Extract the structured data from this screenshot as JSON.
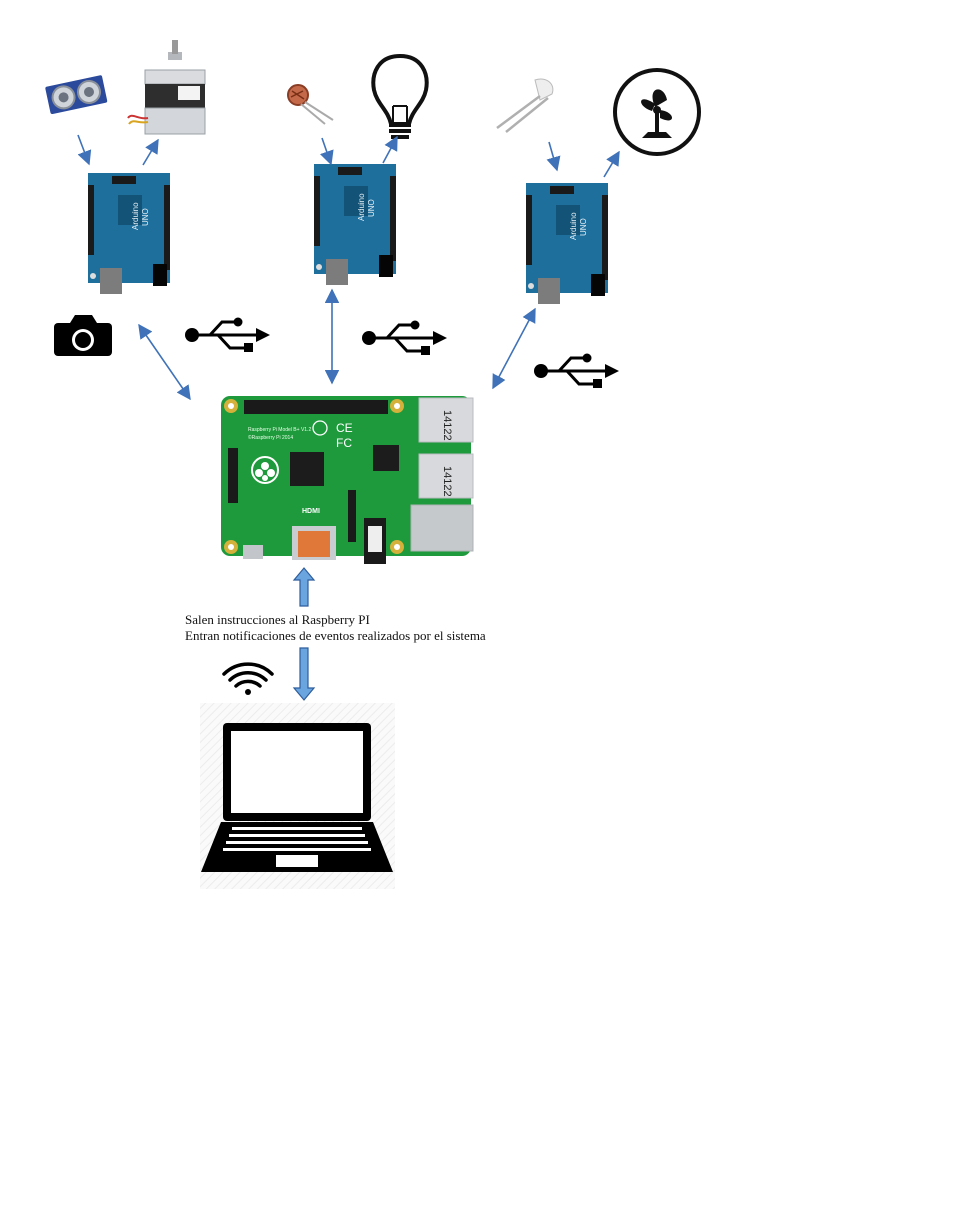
{
  "caption": {
    "line1": "Salen instrucciones al Raspberry PI",
    "line2": "Entran notificaciones de eventos realizados por el sistema"
  },
  "raspberry_pi": {
    "model_label": "Raspberry Pi Model B+ V1.2",
    "year_label": "©Raspberry Pi 2014",
    "hdmi_label": "HDMI",
    "usb_port_code_1": "14122",
    "usb_port_code_2": "14122",
    "ce_label": "CE",
    "fc_label": "FC"
  },
  "arduino": {
    "brand_label": "Arduino",
    "model_label": "UNO"
  },
  "colors": {
    "arduino_blue": "#1f6f9c",
    "pi_green": "#1e9a3c",
    "arrow_blue": "#3f72b8",
    "thick_arrow_fill": "#6aa5e0"
  },
  "icons": [
    "ultrasonic-sensor-icon",
    "stepper-motor-icon",
    "photoresistor-icon",
    "light-bulb-icon",
    "led-icon",
    "fan-icon",
    "camera-icon",
    "usb-icon",
    "wifi-icon",
    "laptop-icon"
  ]
}
